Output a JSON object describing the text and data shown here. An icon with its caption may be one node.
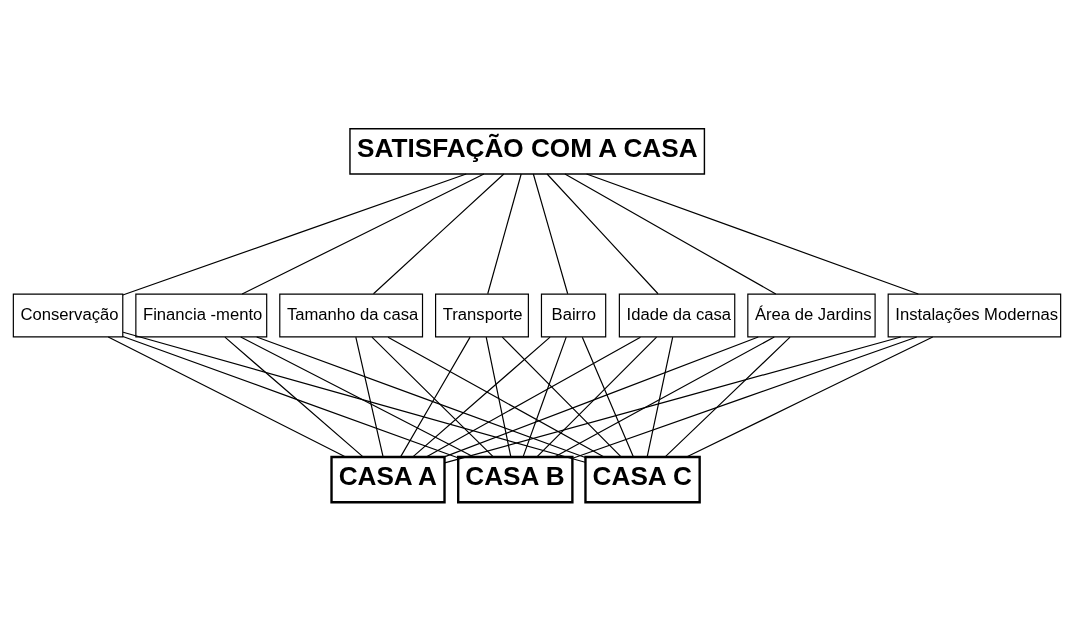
{
  "diagram": {
    "nodes": [
      {
        "text": [
          "SATISFAÇÃO COM A CASA"
        ]
      },
      {
        "text": [
          "Tamanho da casa"
        ]
      },
      {
        "text": [
          "Transporte"
        ]
      },
      {
        "text": [
          "Bairro"
        ]
      },
      {
        "text": [
          "Idade da casa"
        ]
      },
      {
        "text": [
          "Área de Jardins"
        ]
      },
      {
        "text": [
          "Instalações Modernas"
        ]
      },
      {
        "text": [
          "Conservação"
        ]
      },
      {
        "text": [
          "Financia -mento"
        ]
      },
      {
        "text": [
          "CASA A"
        ]
      },
      {
        "text": [
          "CASA B"
        ]
      },
      {
        "text": [
          "CASA C"
        ]
      }
    ],
    "edges": [
      {
        "from": 0,
        "to": 1,
        "arrow": "none"
      },
      {
        "from": 0,
        "to": 2,
        "arrow": "none"
      },
      {
        "from": 0,
        "to": 3,
        "arrow": "none"
      },
      {
        "from": 0,
        "to": 4,
        "arrow": "none"
      },
      {
        "from": 0,
        "to": 5,
        "arrow": "none"
      },
      {
        "from": 0,
        "to": 6,
        "arrow": "none"
      },
      {
        "from": 0,
        "to": 7,
        "arrow": "none"
      },
      {
        "from": 0,
        "to": 8,
        "arrow": "none"
      },
      {
        "from": 1,
        "to": 9,
        "arrow": "none"
      },
      {
        "from": 1,
        "to": 10,
        "arrow": "none"
      },
      {
        "from": 1,
        "to": 11,
        "arrow": "none"
      },
      {
        "from": 2,
        "to": 9,
        "arrow": "none"
      },
      {
        "from": 2,
        "to": 10,
        "arrow": "none"
      },
      {
        "from": 2,
        "to": 11,
        "arrow": "none"
      },
      {
        "from": 3,
        "to": 9,
        "arrow": "none"
      },
      {
        "from": 3,
        "to": 10,
        "arrow": "none"
      },
      {
        "from": 3,
        "to": 11,
        "arrow": "none"
      },
      {
        "from": 4,
        "to": 9,
        "arrow": "none"
      },
      {
        "from": 4,
        "to": 10,
        "arrow": "none"
      },
      {
        "from": 4,
        "to": 11,
        "arrow": "none"
      },
      {
        "from": 5,
        "to": 9,
        "arrow": "none"
      },
      {
        "from": 5,
        "to": 10,
        "arrow": "none"
      },
      {
        "from": 5,
        "to": 11,
        "arrow": "none"
      },
      {
        "from": 6,
        "to": 9,
        "arrow": "none"
      },
      {
        "from": 6,
        "to": 10,
        "arrow": "none"
      },
      {
        "from": 6,
        "to": 11,
        "arrow": "none"
      },
      {
        "from": 7,
        "to": 9,
        "arrow": "none"
      },
      {
        "from": 7,
        "to": 10,
        "arrow": "none"
      },
      {
        "from": 7,
        "to": 11,
        "arrow": "none"
      },
      {
        "from": 8,
        "to": 9,
        "arrow": "none"
      },
      {
        "from": 8,
        "to": 10,
        "arrow": "none"
      },
      {
        "from": 8,
        "to": 11,
        "arrow": "none"
      }
    ]
  }
}
